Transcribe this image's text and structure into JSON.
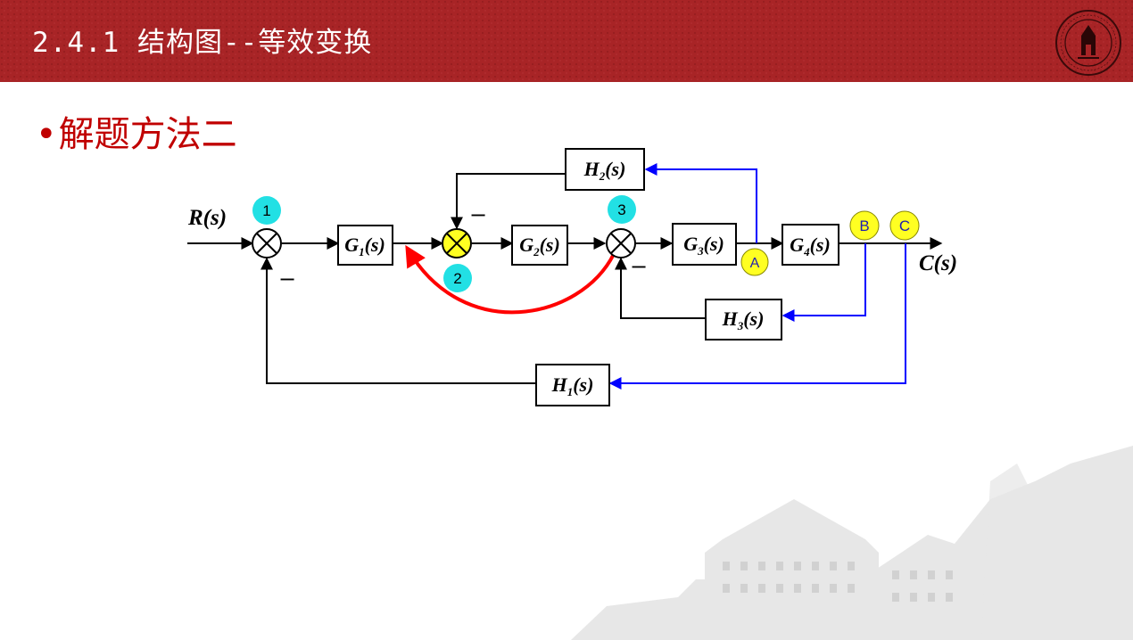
{
  "header": {
    "title": "2.4.1 结构图--等效变换"
  },
  "bullet": {
    "symbol": "•",
    "text": "解题方法二"
  },
  "diagram": {
    "input_signal": "R(s)",
    "output_signal": "C(s)",
    "blocks": {
      "g1": {
        "base": "G",
        "sub": "1",
        "arg": "(s)"
      },
      "g2": {
        "base": "G",
        "sub": "2",
        "arg": "(s)"
      },
      "g3": {
        "base": "G",
        "sub": "3",
        "arg": "(s)"
      },
      "g4": {
        "base": "G",
        "sub": "4",
        "arg": "(s)"
      },
      "h1": {
        "base": "H",
        "sub": "1",
        "arg": "(s)"
      },
      "h2": {
        "base": "H",
        "sub": "2",
        "arg": "(s)"
      },
      "h3": {
        "base": "H",
        "sub": "3",
        "arg": "(s)"
      }
    },
    "sign_minus": "−",
    "markers": {
      "m1": "1",
      "m2": "2",
      "m3": "3",
      "a": "A",
      "b": "B",
      "c": "C"
    },
    "colors": {
      "header": "#a82426",
      "title_text": "#c00000",
      "cyan_marker": "#22e0e4",
      "yellow_marker": "#ffff22",
      "blue_line": "#0000ff",
      "red_arrow": "#ff0000",
      "marker_label_blue": "#1f1fb0"
    }
  }
}
